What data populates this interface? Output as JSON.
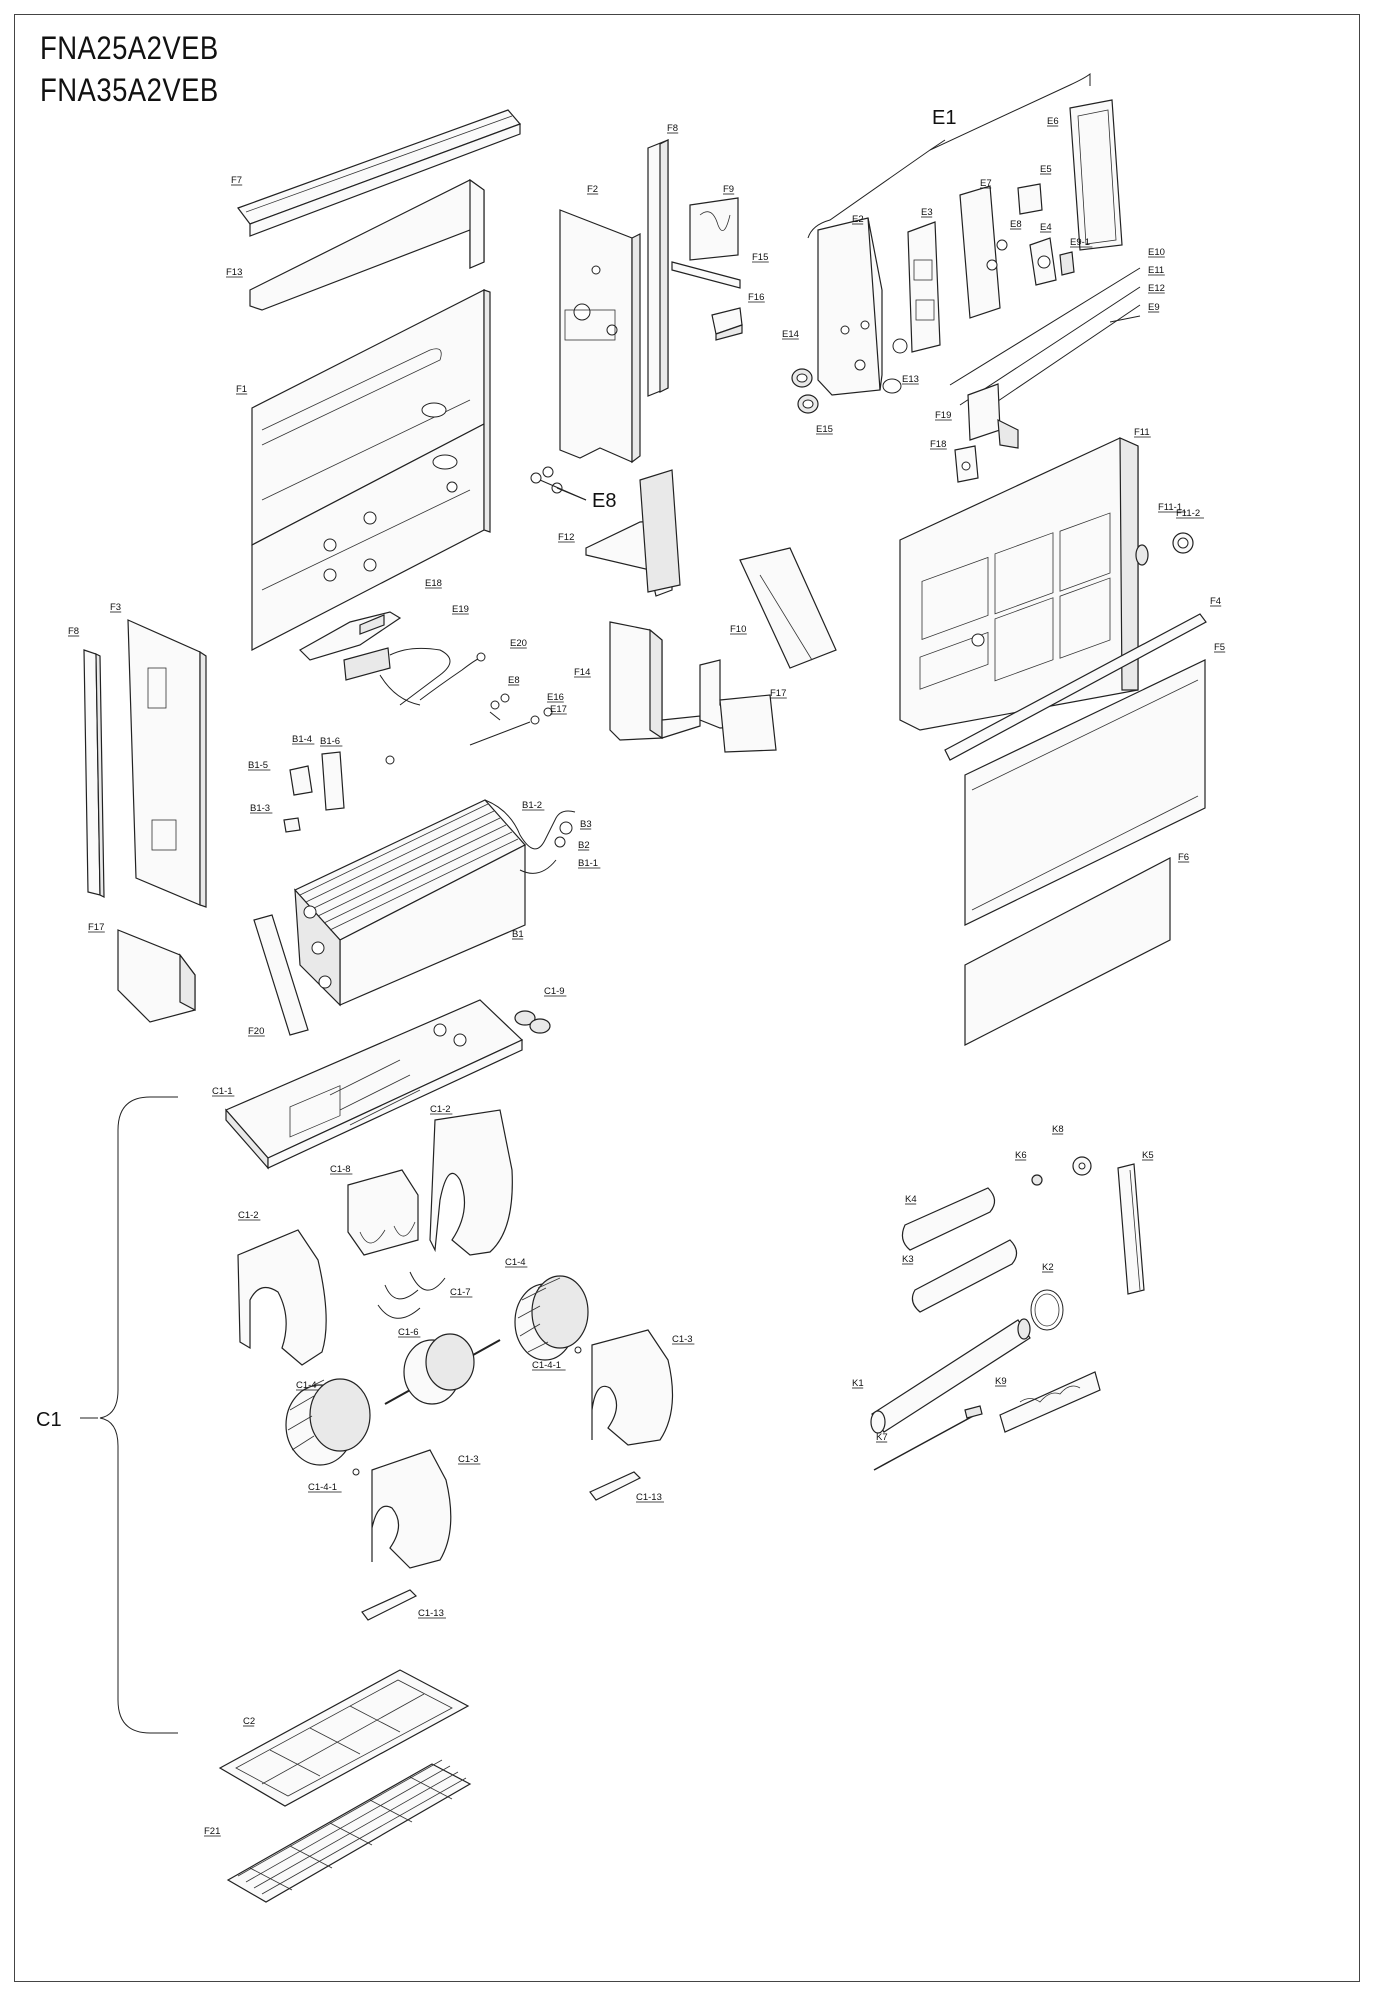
{
  "header": {
    "model_1": "FNA25A2VEB",
    "model_2": "FNA35A2VEB"
  },
  "groups": {
    "e1": "E1",
    "c1": "C1",
    "e8_callout": "E8"
  },
  "parts": [
    {
      "id": "F7",
      "label": "F7"
    },
    {
      "id": "F13",
      "label": "F13"
    },
    {
      "id": "F1",
      "label": "F1"
    },
    {
      "id": "F2",
      "label": "F2"
    },
    {
      "id": "F8a",
      "label": "F8"
    },
    {
      "id": "F9",
      "label": "F9"
    },
    {
      "id": "F15",
      "label": "F15"
    },
    {
      "id": "F16",
      "label": "F16"
    },
    {
      "id": "E6",
      "label": "E6"
    },
    {
      "id": "E5",
      "label": "E5"
    },
    {
      "id": "E7",
      "label": "E7"
    },
    {
      "id": "E8a",
      "label": "E8"
    },
    {
      "id": "E4",
      "label": "E4"
    },
    {
      "id": "E9-1",
      "label": "E9-1"
    },
    {
      "id": "E2",
      "label": "E2"
    },
    {
      "id": "E3",
      "label": "E3"
    },
    {
      "id": "E10",
      "label": "E10"
    },
    {
      "id": "E11",
      "label": "E11"
    },
    {
      "id": "E12",
      "label": "E12"
    },
    {
      "id": "E9",
      "label": "E9"
    },
    {
      "id": "E14",
      "label": "E14"
    },
    {
      "id": "E13",
      "label": "E13"
    },
    {
      "id": "E15",
      "label": "E15"
    },
    {
      "id": "F19",
      "label": "F19"
    },
    {
      "id": "F18",
      "label": "F18"
    },
    {
      "id": "F11",
      "label": "F11"
    },
    {
      "id": "F11-1",
      "label": "F11-1"
    },
    {
      "id": "F11-2",
      "label": "F11-2"
    },
    {
      "id": "F12",
      "label": "F12"
    },
    {
      "id": "E18",
      "label": "E18"
    },
    {
      "id": "E19",
      "label": "E19"
    },
    {
      "id": "E20",
      "label": "E20"
    },
    {
      "id": "E8b",
      "label": "E8"
    },
    {
      "id": "E16",
      "label": "E16"
    },
    {
      "id": "E17",
      "label": "E17"
    },
    {
      "id": "F10",
      "label": "F10"
    },
    {
      "id": "F14",
      "label": "F14"
    },
    {
      "id": "F17a",
      "label": "F17"
    },
    {
      "id": "F4",
      "label": "F4"
    },
    {
      "id": "F5",
      "label": "F5"
    },
    {
      "id": "F8b",
      "label": "F8"
    },
    {
      "id": "F3",
      "label": "F3"
    },
    {
      "id": "B1-4",
      "label": "B1-4"
    },
    {
      "id": "B1-6",
      "label": "B1-6"
    },
    {
      "id": "B1-5",
      "label": "B1-5"
    },
    {
      "id": "B1-3",
      "label": "B1-3"
    },
    {
      "id": "B1-2",
      "label": "B1-2"
    },
    {
      "id": "B3",
      "label": "B3"
    },
    {
      "id": "B2",
      "label": "B2"
    },
    {
      "id": "B1-1",
      "label": "B1-1"
    },
    {
      "id": "B1",
      "label": "B1"
    },
    {
      "id": "F6",
      "label": "F6"
    },
    {
      "id": "F17b",
      "label": "F17"
    },
    {
      "id": "F20",
      "label": "F20"
    },
    {
      "id": "C1-9",
      "label": "C1-9"
    },
    {
      "id": "C1-1",
      "label": "C1-1"
    },
    {
      "id": "C1-2a",
      "label": "C1-2"
    },
    {
      "id": "C1-8",
      "label": "C1-8"
    },
    {
      "id": "C1-2b",
      "label": "C1-2"
    },
    {
      "id": "C1-7",
      "label": "C1-7"
    },
    {
      "id": "C1-4a",
      "label": "C1-4"
    },
    {
      "id": "C1-6",
      "label": "C1-6"
    },
    {
      "id": "C1-4-1a",
      "label": "C1-4-1"
    },
    {
      "id": "C1-3a",
      "label": "C1-3"
    },
    {
      "id": "C1-4b",
      "label": "C1-4"
    },
    {
      "id": "C1-4-1b",
      "label": "C1-4-1"
    },
    {
      "id": "C1-3b",
      "label": "C1-3"
    },
    {
      "id": "C1-13a",
      "label": "C1-13"
    },
    {
      "id": "C1-13b",
      "label": "C1-13"
    },
    {
      "id": "K8",
      "label": "K8"
    },
    {
      "id": "K6",
      "label": "K6"
    },
    {
      "id": "K5",
      "label": "K5"
    },
    {
      "id": "K4",
      "label": "K4"
    },
    {
      "id": "K3",
      "label": "K3"
    },
    {
      "id": "K2",
      "label": "K2"
    },
    {
      "id": "K1",
      "label": "K1"
    },
    {
      "id": "K9",
      "label": "K9"
    },
    {
      "id": "K7",
      "label": "K7"
    },
    {
      "id": "C2",
      "label": "C2"
    },
    {
      "id": "F21",
      "label": "F21"
    }
  ]
}
